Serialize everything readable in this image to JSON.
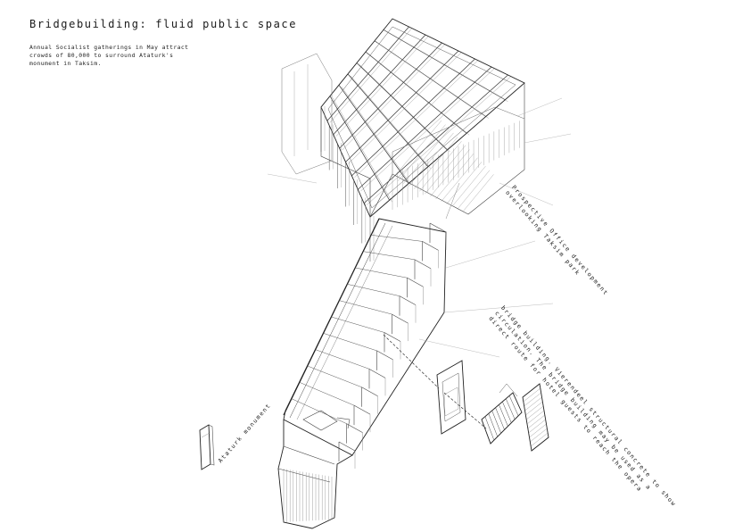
{
  "sheet": {
    "title": "Bridgebuilding: fluid public space",
    "description_lines": [
      "Annual Socialist gatherings in May attract",
      "crowds of 80,000 to surround Ataturk's",
      "monument in Taksim."
    ]
  },
  "labels": {
    "office": [
      "Prospective Office development",
      "overlooking Taksim park"
    ],
    "bridge": [
      "bridge building. Vierendeel structural concrete to show",
      "circulation. The bridge building may be used as a",
      "direct route for hotel guests to reach the opera"
    ],
    "ataturk": "Ataturk monument"
  },
  "colors": {
    "ink": "#1a1a1a",
    "line": "#333333",
    "light_line": "#8a8a8a",
    "background": "#ffffff"
  }
}
